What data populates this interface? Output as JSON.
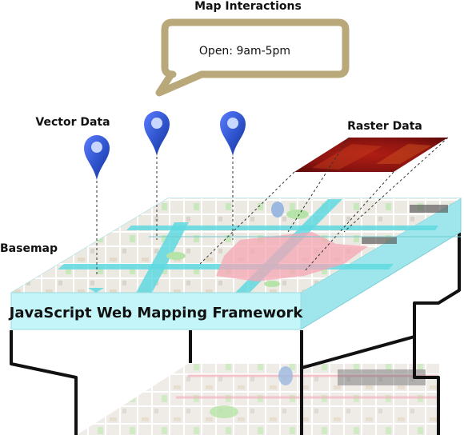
{
  "diagram": {
    "title": "Map Interactions",
    "popup_text": "Open: 9am-5pm",
    "labels": {
      "vector_data": "Vector Data",
      "raster_data": "Raster Data",
      "basemap": "Basemap"
    },
    "framework_label": "JavaScript Web Mapping Framework"
  },
  "colors": {
    "marker_blue": "#2b4fc6",
    "marker_light": "#c8d7ff",
    "bubble_border": "#b9a97a",
    "slab_cyan": "#b7f0f3",
    "raster_dark": "#8a1410",
    "basemap_bg": "#ece9e3",
    "road_cyan": "#5fd9e1",
    "highlight_pink": "#f6a6b4",
    "park_green": "#b6e3a8"
  },
  "icons": [
    "map-pin-icon",
    "map-pin-icon",
    "map-pin-icon"
  ]
}
